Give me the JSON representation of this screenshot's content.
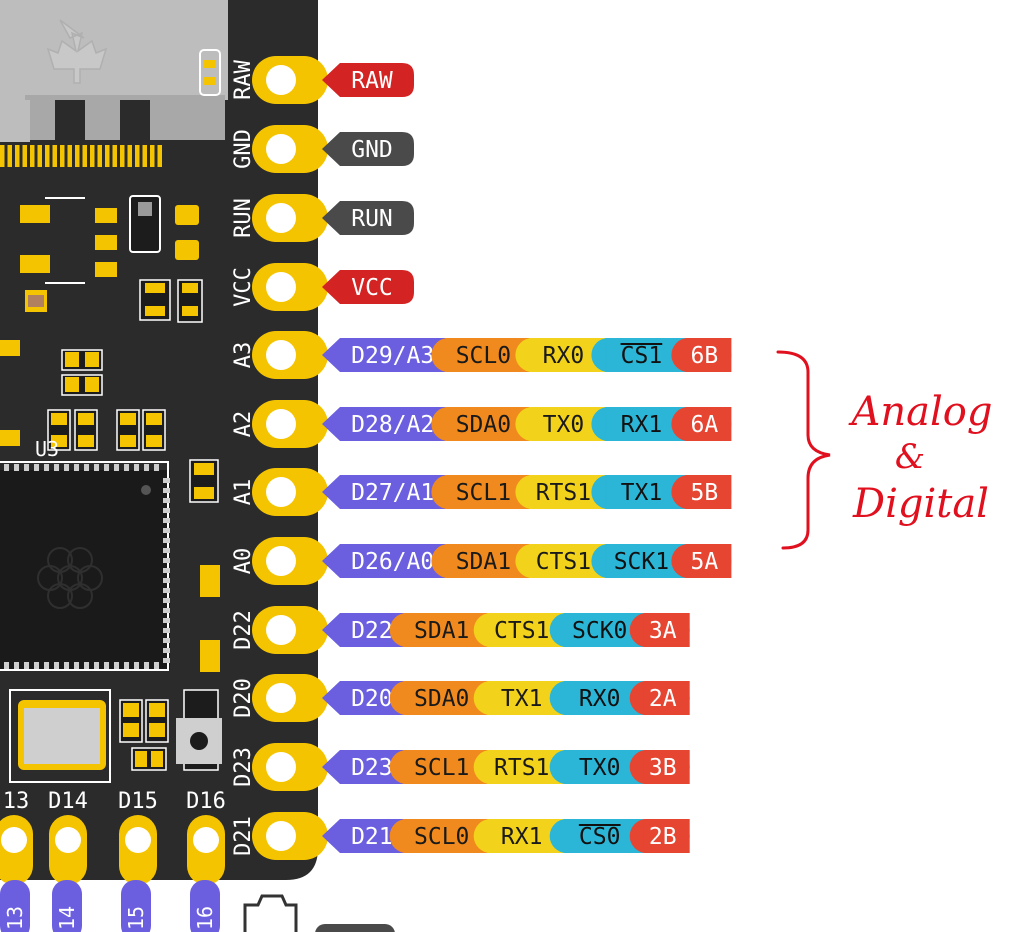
{
  "colors": {
    "board": "#2b2b2b",
    "pad": "#f5c400",
    "power_red": "#d42323",
    "ground_gray": "#4a4a4a",
    "digital": "#6b5fe0",
    "i2c": "#f08a1e",
    "uart": "#f2d21a",
    "spi": "#2bb5d6",
    "pwm": "#e64532",
    "annotation": "#e0101e"
  },
  "board_labels": {
    "side_pins": [
      "RAW",
      "GND",
      "RUN",
      "VCC",
      "A3",
      "A2",
      "A1",
      "A0",
      "D22",
      "D20",
      "D23",
      "D21"
    ],
    "bottom_pins": [
      "13",
      "D14",
      "D15",
      "D16"
    ],
    "bottom_pin_tags": [
      "13",
      "14",
      "15",
      "16"
    ],
    "chip_ref": "U3"
  },
  "power_pins": [
    {
      "label": "RAW",
      "color": "#d42323"
    },
    {
      "label": "GND",
      "color": "#4a4a4a"
    },
    {
      "label": "RUN",
      "color": "#4a4a4a"
    },
    {
      "label": "VCC",
      "color": "#d42323"
    }
  ],
  "signal_pins": [
    {
      "digital": "D29/A3",
      "i2c": "SCL0",
      "uart": "RX0",
      "spi": "CS1",
      "spi_overline": true,
      "pwm": "6B"
    },
    {
      "digital": "D28/A2",
      "i2c": "SDA0",
      "uart": "TX0",
      "spi": "RX1",
      "spi_overline": false,
      "pwm": "6A"
    },
    {
      "digital": "D27/A1",
      "i2c": "SCL1",
      "uart": "RTS1",
      "spi": "TX1",
      "spi_overline": false,
      "pwm": "5B"
    },
    {
      "digital": "D26/A0",
      "i2c": "SDA1",
      "uart": "CTS1",
      "spi": "SCK1",
      "spi_overline": false,
      "pwm": "5A"
    },
    {
      "digital": "D22",
      "i2c": "SDA1",
      "uart": "CTS1",
      "spi": "SCK0",
      "spi_overline": false,
      "pwm": "3A"
    },
    {
      "digital": "D20",
      "i2c": "SDA0",
      "uart": "TX1",
      "spi": "RX0",
      "spi_overline": false,
      "pwm": "2A"
    },
    {
      "digital": "D23",
      "i2c": "SCL1",
      "uart": "RTS1",
      "spi": "TX0",
      "spi_overline": false,
      "pwm": "3B"
    },
    {
      "digital": "D21",
      "i2c": "SCL0",
      "uart": "RX1",
      "spi": "CS0",
      "spi_overline": true,
      "pwm": "2B"
    }
  ],
  "annotation": {
    "line1": "Analog",
    "line2": "&",
    "line3": "Digital"
  }
}
